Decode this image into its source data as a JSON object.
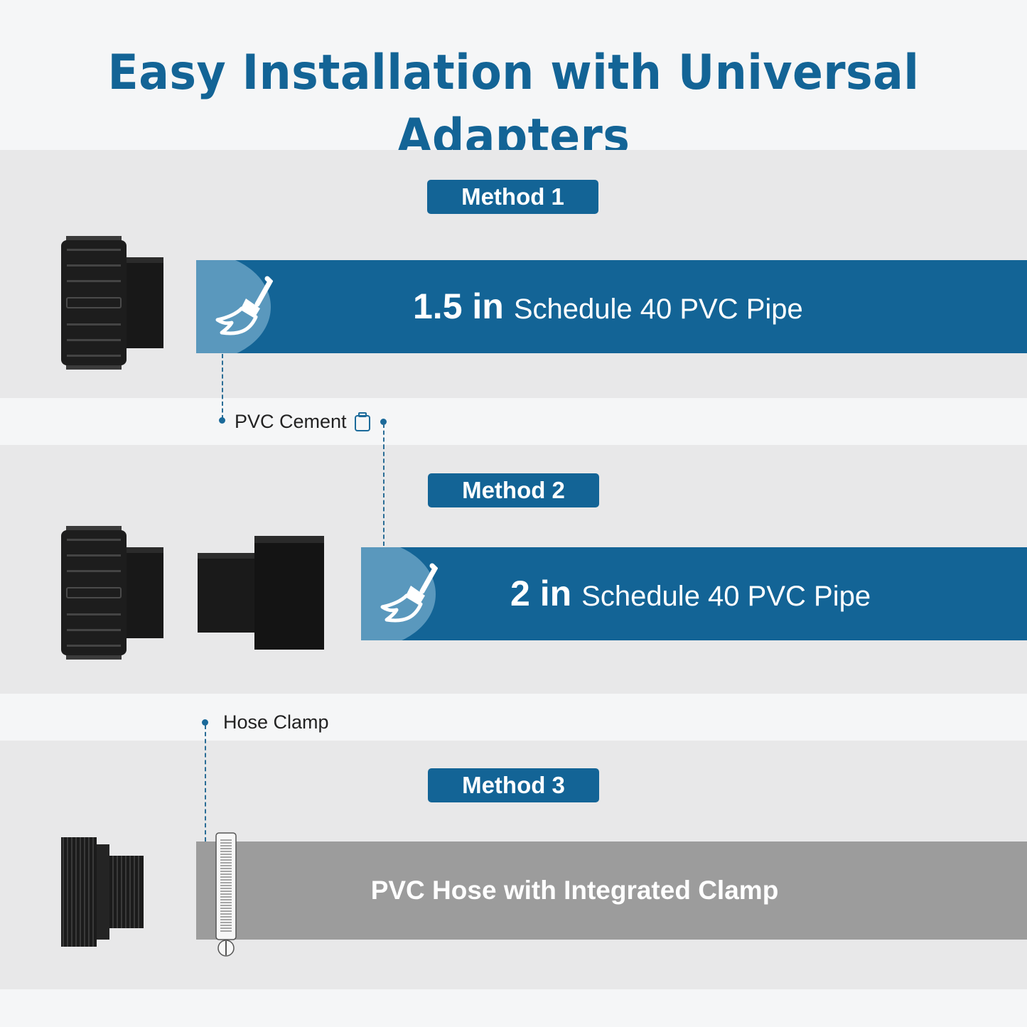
{
  "title": "Easy Installation with Universal Adapters",
  "colors": {
    "brand": "#136496",
    "brand_light": "#5a98bd",
    "panel": "#e8e8e9",
    "hose": "#9c9c9c"
  },
  "methods": [
    {
      "badge": "Method 1",
      "size": "1.5 in",
      "desc": "Schedule 40 PVC Pipe",
      "icon": "broom-icon"
    },
    {
      "badge": "Method 2",
      "size": "2 in",
      "desc": "Schedule 40 PVC Pipe",
      "icon": "broom-icon"
    },
    {
      "badge": "Method 3",
      "desc": "PVC Hose with Integrated Clamp"
    }
  ],
  "callouts": {
    "cement": "PVC Cement",
    "cement_icon": "cement-can-icon",
    "clamp": "Hose Clamp"
  }
}
